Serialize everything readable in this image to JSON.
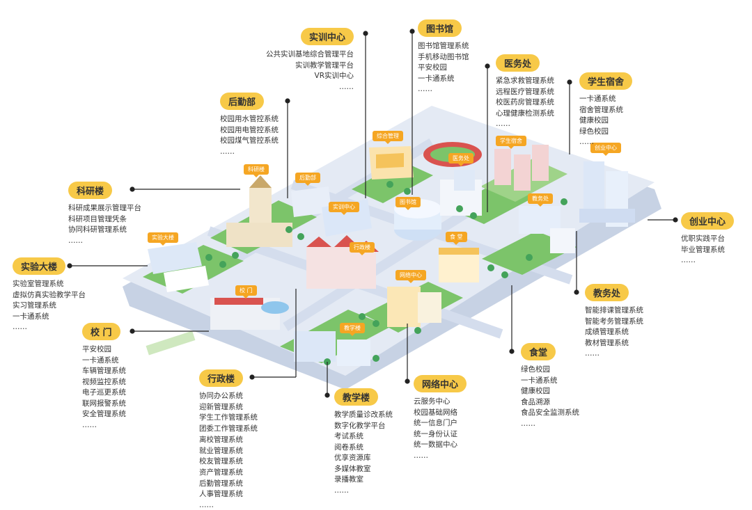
{
  "callouts": [
    {
      "id": "shixun",
      "title": "实训中心",
      "items": [
        "公共实训基地综合管理平台",
        "实训教学管理平台",
        "VR实训中心",
        "……"
      ]
    },
    {
      "id": "library",
      "title": "图书馆",
      "items": [
        "图书馆管理系统",
        "手机移动图书馆",
        "平安校园",
        "一卡通系统",
        "……"
      ]
    },
    {
      "id": "medical",
      "title": "医务处",
      "items": [
        "紧急求救管理系统",
        "远程医疗管理系统",
        "校医药房管理系统",
        "心理健康检测系统",
        "……"
      ]
    },
    {
      "id": "dorm",
      "title": "学生宿舍",
      "items": [
        "一卡通系统",
        "宿舍管理系统",
        "健康校园",
        "绿色校园",
        "……"
      ]
    },
    {
      "id": "logistics",
      "title": "后勤部",
      "items": [
        "校园用水管控系统",
        "校园用电管控系统",
        "校园煤气管控系统",
        "……"
      ]
    },
    {
      "id": "research",
      "title": "科研楼",
      "items": [
        "科研成果展示管理平台",
        "科研项目管理凭条",
        "协同科研管理系统",
        "……"
      ]
    },
    {
      "id": "startup",
      "title": "创业中心",
      "items": [
        "优职实践平台",
        "毕业管理系统",
        "……"
      ]
    },
    {
      "id": "lab",
      "title": "实验大楼",
      "items": [
        "实验室管理系统",
        "虚拟仿真实验教学平台",
        "实习管理系统",
        "一卡通系统",
        "……"
      ]
    },
    {
      "id": "academic",
      "title": "教务处",
      "items": [
        "智能排课管理系统",
        "智能考务管理系统",
        "成绩管理系统",
        "教材管理系统",
        "……"
      ]
    },
    {
      "id": "gate",
      "title": "校 门",
      "items": [
        "平安校园",
        "一卡通系统",
        "车辆管理系统",
        "视频监控系统",
        "电子巡更系统",
        "联网报警系统",
        "安全管理系统",
        "……"
      ]
    },
    {
      "id": "canteen",
      "title": "食堂",
      "items": [
        "绿色校园",
        "一卡通系统",
        "健康校园",
        "食品溯源",
        "食品安全监测系统",
        "……"
      ]
    },
    {
      "id": "admin",
      "title": "行政楼",
      "items": [
        "协同办公系统",
        "迎新管理系统",
        "学生工作管理系统",
        "团委工作管理系统",
        "离校管理系统",
        "就业管理系统",
        "校友管理系统",
        "资产管理系统",
        "后勤管理系统",
        "人事管理系统",
        "……"
      ]
    },
    {
      "id": "teaching",
      "title": "教学楼",
      "items": [
        "教学质量诊改系统",
        "数字化教学平台",
        "考试系统",
        "阅卷系统",
        "优享资源库",
        "多媒体教室",
        "录播教室",
        "……"
      ]
    },
    {
      "id": "network",
      "title": "网络中心",
      "items": [
        "云服务中心",
        "校园基础网络",
        "统一信息门户",
        "统一身份认证",
        "统一数据中心",
        "……"
      ]
    }
  ],
  "building_tags": {
    "zonghe": "综合管理",
    "shixun": "实训中心",
    "library": "图书馆",
    "medical": "医务处",
    "dorm": "学生宿舍",
    "startup": "创业中心",
    "logistics": "后勤部",
    "research": "科研楼",
    "lab": "实验大楼",
    "gate": "校 门",
    "admin": "行政楼",
    "academic": "教务处",
    "canteen": "食 堂",
    "network": "网络中心",
    "teaching": "教学楼"
  },
  "colors": {
    "pill": "#f7c948",
    "tag": "#f5a623",
    "grass": "#7cc46a",
    "platform": "#e4eaf4",
    "road": "#d4dded",
    "line": "#222222"
  }
}
